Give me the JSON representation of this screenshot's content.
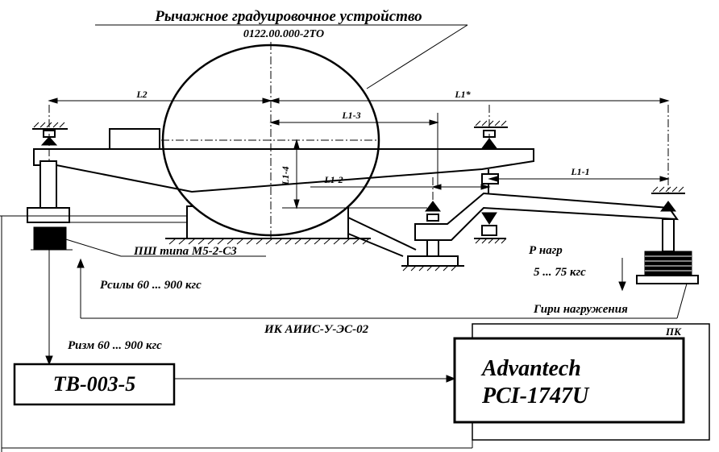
{
  "title": "Рычажное градуировочное устройство",
  "doc_number": "0122.00.000-2ТО",
  "dimensions": {
    "l2": "L2",
    "l1": "L1*",
    "l1_3": "L1-3",
    "l1_4": "L1-4",
    "l1_2": "L1-2",
    "l1_1": "L1-1"
  },
  "labels": {
    "sensor": "ПШ типа М5-2-С3",
    "force": "Рсилы 60 ... 900 кгс",
    "load": "Р нагр",
    "load_range": "5 ... 75 кгс",
    "weights": "Гири нагружения",
    "system": "ИК  АИИС-У-ЭС-02",
    "measured": "Ризм 60 ... 900 кгс",
    "pc": "ПК"
  },
  "blocks": {
    "tv": "ТВ-003-5",
    "board_line1": "Advantech",
    "board_line2": "PCI-1747U"
  }
}
